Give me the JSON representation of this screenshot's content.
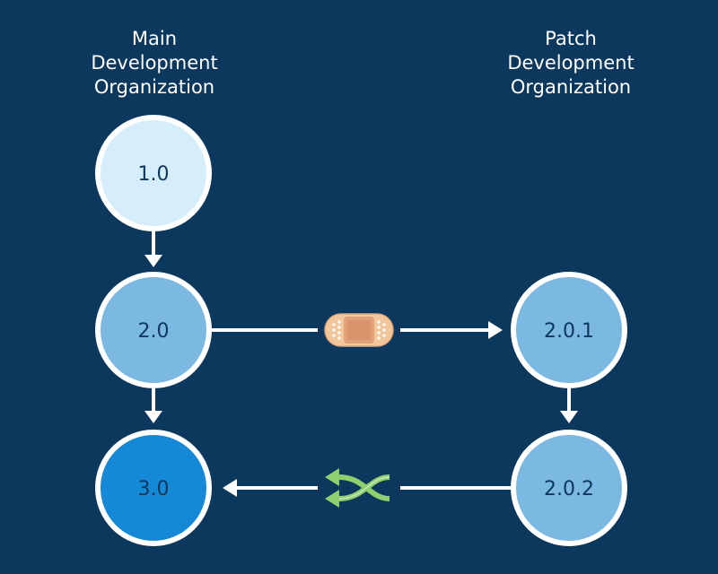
{
  "columns": {
    "main": {
      "line1": "Main",
      "line2": "Development",
      "line3": "Organization"
    },
    "patch": {
      "line1": "Patch",
      "line2": "Development",
      "line3": "Organization"
    }
  },
  "nodes": {
    "v1": "1.0",
    "v2": "2.0",
    "v3": "3.0",
    "p1": "2.0.1",
    "p2": "2.0.2"
  },
  "icons": {
    "patch": "bandage-icon",
    "merge": "shuffle-merge-icon"
  },
  "colors": {
    "background": "#0b385c",
    "node_light": "#d6eefc",
    "node_mid": "#7bb8e2",
    "node_dark": "#1589d6",
    "node_border": "#ffffff",
    "arrow": "#ffffff",
    "merge_icon": "#8fcf6f",
    "bandage": "#f2c79d"
  }
}
